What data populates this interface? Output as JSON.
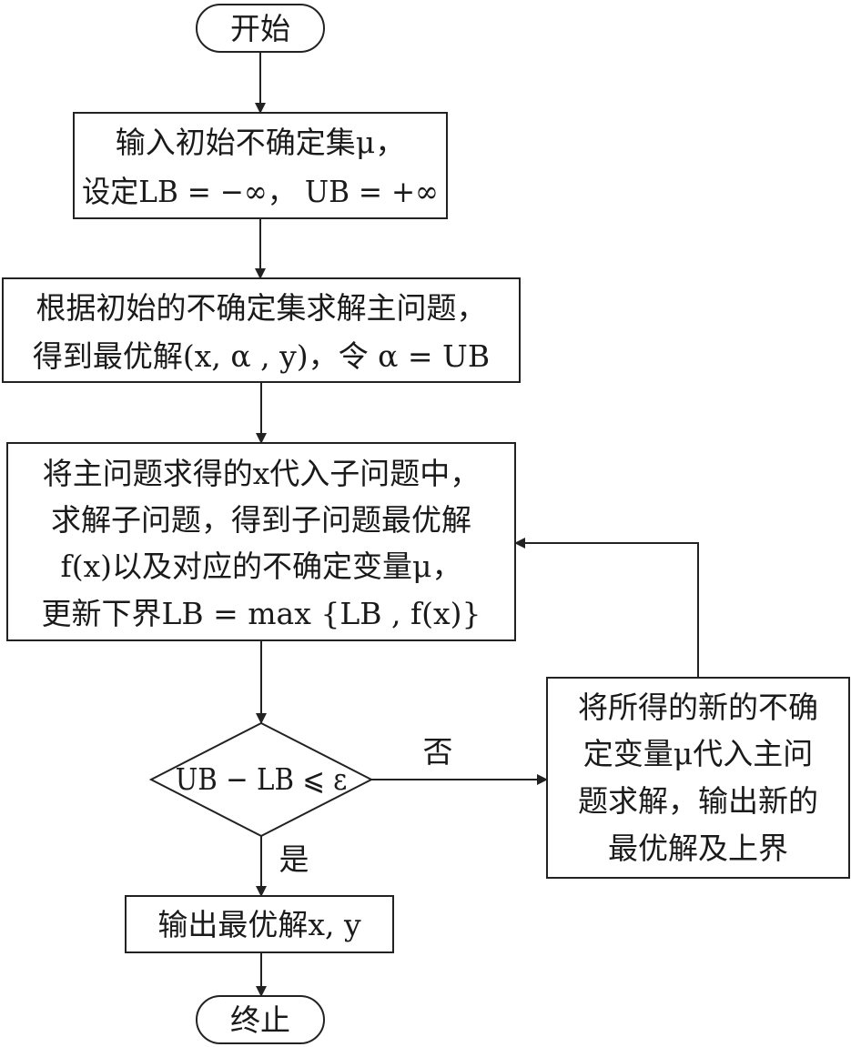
{
  "nodes": {
    "start": {
      "text": "开始"
    },
    "init": {
      "lines": [
        "输入初始不确定集μ，",
        "设定LB = −∞， UB = +∞"
      ]
    },
    "master": {
      "lines": [
        "根据初始的不确定集求解主问题，",
        "得到最优解(x, α , y)，令 α = UB"
      ]
    },
    "sub": {
      "lines": [
        "将主问题求得的x代入子问题中，",
        "求解子问题，得到子问题最优解",
        "f(x)以及对应的不确定变量μ，",
        "更新下界LB = max {LB , f(x)}"
      ]
    },
    "decision": {
      "text": "UB − LB ⩽ ε"
    },
    "update": {
      "lines": [
        "将所得的新的不确",
        "定变量μ代入主问",
        "题求解，输出新的",
        "最优解及上界"
      ]
    },
    "output": {
      "text": "输出最优解x, y"
    },
    "end": {
      "text": "终止"
    }
  },
  "edge_labels": {
    "no": "否",
    "yes": "是"
  }
}
